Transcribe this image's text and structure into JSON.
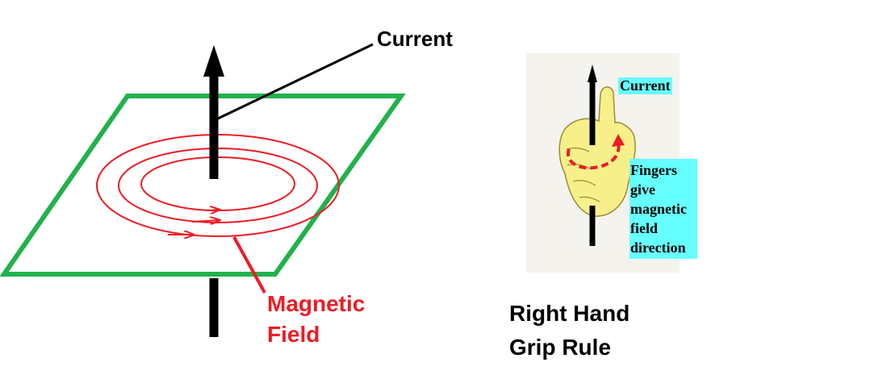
{
  "diagram": {
    "current_label": "Current",
    "magnetic_field_label": [
      "Magnetic",
      "Field"
    ],
    "rule_title": [
      "Right Hand",
      "Grip Rule"
    ],
    "hand_current_label": "Current",
    "hand_fingers_label": [
      "Fingers",
      "give",
      "magnetic",
      "field",
      "direction"
    ]
  },
  "colors": {
    "plane": "#22b14c",
    "field_lines": "#ed1c24",
    "wire": "#000000",
    "highlight": "#66ffff",
    "hand_skin": "#f7f08a"
  }
}
